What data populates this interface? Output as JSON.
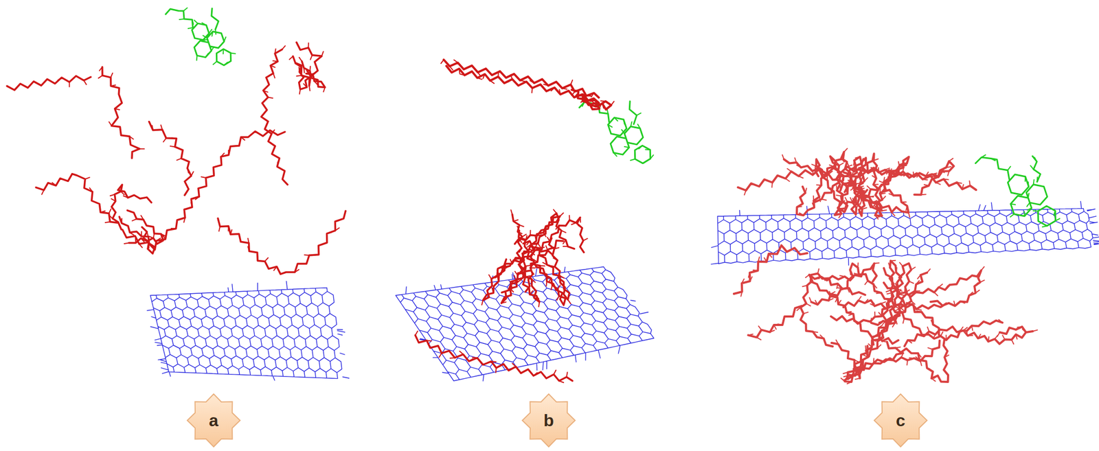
{
  "diagram": {
    "nodes": [
      {
        "text": [
          "a"
        ]
      },
      {
        "text": [
          "b"
        ]
      },
      {
        "text": [
          "c"
        ]
      }
    ]
  }
}
